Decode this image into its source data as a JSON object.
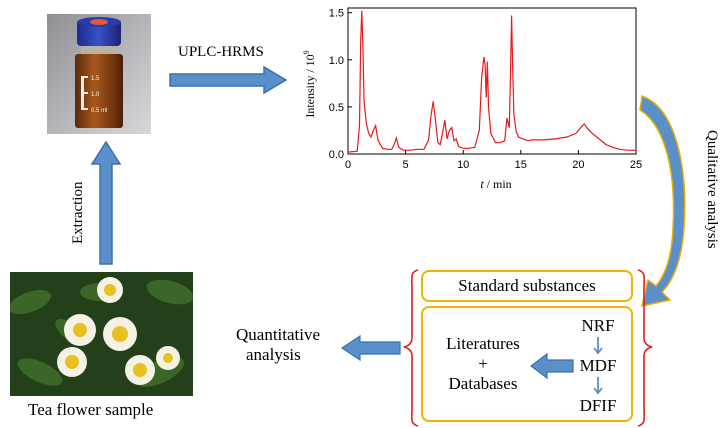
{
  "steps": {
    "uplc_label": "UPLC-HRMS",
    "extraction_label": "Extraction",
    "qualitative_label": "Qualitative analysis",
    "sample_caption": "Tea flower sample",
    "quantitative_label_line1": "Quantitative",
    "quantitative_label_line2": "analysis"
  },
  "boxes": {
    "standard": "Standard substances",
    "literature_line1": "Literatures",
    "literature_plus": "+",
    "literature_line2": "Databases",
    "filters": [
      "NRF",
      "MDF",
      "DFIF"
    ]
  },
  "vial": {
    "marks": [
      "1.5",
      "1.0",
      "0.5 ml"
    ]
  },
  "colors": {
    "arrow_fill": "#5b8fc9",
    "arrow_edge": "#3a70b0",
    "box_border": "#f0b400",
    "brace": "#e02020",
    "trace": "#e51a1a"
  },
  "chart_data": {
    "type": "line",
    "xlabel_italic": "t",
    "xlabel_unit": " / min",
    "ylabel": "Intensity / 10",
    "ylabel_exp": "9",
    "xlim": [
      0,
      25
    ],
    "ylim": [
      0,
      1.55
    ],
    "xticks": [
      "0",
      "5",
      "10",
      "15",
      "20",
      "25"
    ],
    "yticks": [
      "0.0",
      "0.5",
      "1.0",
      "1.5"
    ],
    "series": [
      {
        "x": [
          0.0,
          0.8,
          1.0,
          1.1,
          1.2,
          1.3,
          1.4,
          1.6,
          1.8,
          2.0,
          2.2,
          2.4,
          2.6,
          2.8,
          3.0,
          3.4,
          3.8,
          4.0,
          4.2,
          4.4,
          4.8,
          5.5,
          6.0,
          6.6,
          7.0,
          7.2,
          7.4,
          7.6,
          7.8,
          8.0,
          8.2,
          8.4,
          8.6,
          8.8,
          9.0,
          9.2,
          9.4,
          9.6,
          10.0,
          10.5,
          11.0,
          11.4,
          11.6,
          11.8,
          11.9,
          12.0,
          12.1,
          12.2,
          12.4,
          12.8,
          13.2,
          13.6,
          13.8,
          14.0,
          14.1,
          14.2,
          14.3,
          14.4,
          14.6,
          14.8,
          15.2,
          15.6,
          16.0,
          17.0,
          18.0,
          19.0,
          19.8,
          20.2,
          20.5,
          20.8,
          21.2,
          21.8,
          22.4,
          23.0,
          23.6,
          24.2,
          25.0
        ],
        "y": [
          0.02,
          0.03,
          0.3,
          1.2,
          1.52,
          1.1,
          0.55,
          0.32,
          0.22,
          0.18,
          0.25,
          0.3,
          0.15,
          0.1,
          0.06,
          0.05,
          0.05,
          0.1,
          0.17,
          0.07,
          0.04,
          0.04,
          0.05,
          0.05,
          0.15,
          0.4,
          0.56,
          0.35,
          0.12,
          0.1,
          0.22,
          0.36,
          0.16,
          0.25,
          0.28,
          0.14,
          0.16,
          0.08,
          0.06,
          0.06,
          0.07,
          0.25,
          0.8,
          1.03,
          0.95,
          0.6,
          0.98,
          0.5,
          0.22,
          0.12,
          0.12,
          0.14,
          0.38,
          0.28,
          0.8,
          1.47,
          0.9,
          0.42,
          0.24,
          0.18,
          0.16,
          0.14,
          0.15,
          0.15,
          0.16,
          0.18,
          0.22,
          0.28,
          0.32,
          0.27,
          0.22,
          0.16,
          0.1,
          0.07,
          0.05,
          0.04,
          0.04
        ]
      }
    ]
  }
}
